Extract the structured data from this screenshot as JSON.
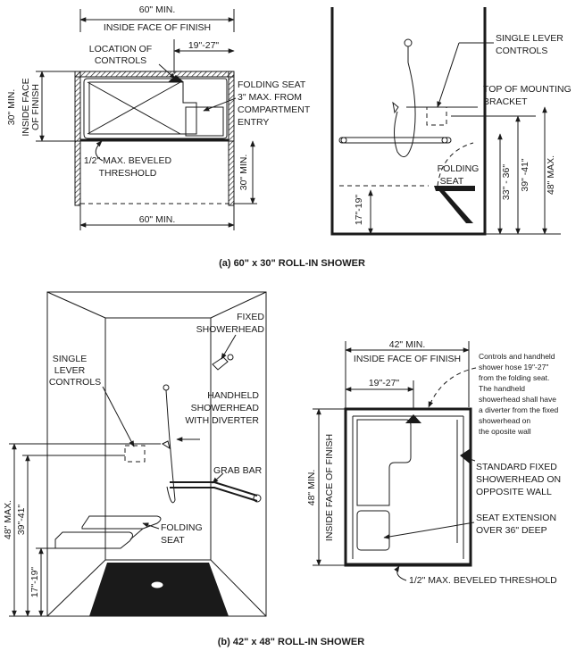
{
  "captions": {
    "a": "(a) 60\" x 30\" ROLL-IN SHOWER",
    "b": "(b) 42\" x 48\" ROLL-IN SHOWER"
  },
  "plan_a": {
    "top_width": "60\" MIN.",
    "inside_face": "INSIDE FACE OF FINISH",
    "location_1": "LOCATION OF",
    "location_2": "CONTROLS",
    "range": "19\"-27\"",
    "depth": "30\" MIN.",
    "inside_face_v1": "INSIDE FACE",
    "inside_face_v2": "OF FINISH",
    "seat_1": "FOLDING SEAT",
    "seat_2": "3\" MAX. FROM",
    "seat_3": "COMPARTMENT",
    "seat_4": "ENTRY",
    "threshold_1": "1/2\" MAX. BEVELED",
    "threshold_2": "THRESHOLD",
    "clear_depth": "30\" MIN.",
    "bottom_width": "60\" MIN."
  },
  "elev_a": {
    "controls_1": "SINGLE LEVER",
    "controls_2": "CONTROLS",
    "bracket_1": "TOP OF MOUNTING",
    "bracket_2": "BRACKET",
    "seat_1": "FOLDING",
    "seat_2": "SEAT",
    "seat_height": "17\"-19\"",
    "controls_height": "33\" - 36\"",
    "bracket_height": "39\" -41\"",
    "max_height": "48\" MAX."
  },
  "elev_b": {
    "fixed_1": "FIXED",
    "fixed_2": "SHOWERHEAD",
    "controls_1": "SINGLE",
    "controls_2": "LEVER",
    "controls_3": "CONTROLS",
    "handheld_1": "HANDHELD",
    "handheld_2": "SHOWERHEAD",
    "handheld_3": "WITH DIVERTER",
    "grab_bar": "GRAB BAR",
    "seat_1": "FOLDING",
    "seat_2": "SEAT",
    "max_height": "48\" MAX.",
    "bracket_height": "39\"-41\"",
    "seat_height": "17\"-19\""
  },
  "plan_b": {
    "width": "42\" MIN.",
    "inside_face": "INSIDE FACE OF FINISH",
    "range": "19\"-27\"",
    "note_1": "Controls and handheld",
    "note_2": "shower  hose 19\"-27\"",
    "note_3": "from the folding seat.",
    "note_4": "The handheld",
    "note_5": "showerhead shall have",
    "note_6": "a diverter from the fixed",
    "note_7": "showerhead on",
    "note_8": "the oposite wall",
    "depth": "48\" MIN.",
    "inside_face_v": "INSIDE FACE OF FINISH",
    "fixed_1": "STANDARD FIXED",
    "fixed_2": "SHOWERHEAD ON",
    "fixed_3": "OPPOSITE WALL",
    "seat_ext_1": "SEAT EXTENSION",
    "seat_ext_2": "OVER 36\" DEEP",
    "threshold": "1/2\" MAX. BEVELED THRESHOLD"
  }
}
